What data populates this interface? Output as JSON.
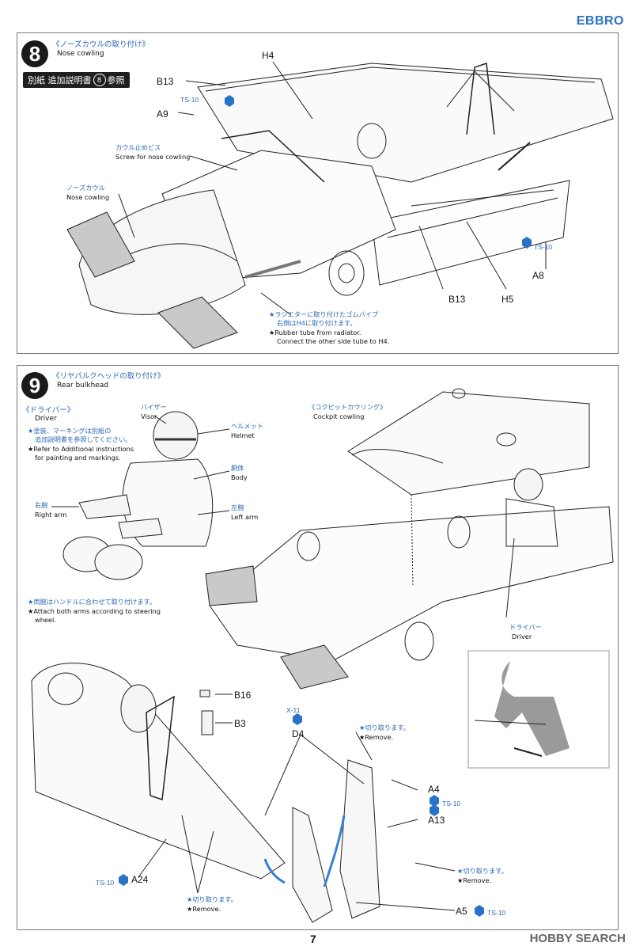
{
  "brand": "EBBRO",
  "page_number": "7",
  "watermark": "HOBBY SEARCH",
  "step8": {
    "number": "8",
    "title_jp": "《ノーズカウルの取り付け》",
    "title_en": "Nose cowling",
    "banner_prefix": "別紙 追加説明書",
    "banner_num": "8",
    "banner_suffix": "参照",
    "labels": {
      "H4": "H4",
      "B13_top": "B13",
      "A9": "A9",
      "B13_bottom": "B13",
      "H5": "H5",
      "A8": "A8"
    },
    "paint_ts10_a": "TS-10",
    "paint_ts10_b": "TS-10",
    "screw_jp": "カウル止めビス",
    "screw_en": "Screw for nose cowling",
    "nose_jp": "ノーズカウル",
    "nose_en": "Nose cowling",
    "note_jp1": "★ラジエターに取り付けたゴムパイプ",
    "note_jp2": "右側はH4に取り付けます。",
    "note_en1": "★Rubber tube from radiator.",
    "note_en2": "Connect the other side tube to H4."
  },
  "step9": {
    "number": "9",
    "title_jp": "《リヤバルクヘッドの取り付け》",
    "title_en": "Rear bulkhead",
    "driver_jp": "《ドライバー》",
    "driver_en": "Driver",
    "visor_jp": "バイザー",
    "visor_en": "Visor",
    "helmet_jp": "ヘルメット",
    "helmet_en": "Helmet",
    "paint_jp1": "★塗装、マーキングは別紙の",
    "paint_jp2": "追加説明書を参照してください。",
    "paint_en1": "★Refer to Additional instructions",
    "paint_en2": "for painting and markings.",
    "body_jp": "胴体",
    "body_en": "Body",
    "right_arm_jp": "右腕",
    "right_arm_en": "Right arm",
    "left_arm_jp": "左腕",
    "left_arm_en": "Left arm",
    "arms_jp": "★両腕はハンドルに合わせて取り付けます。",
    "arms_en1": "★Attach both arms according to steering",
    "arms_en2": "wheel.",
    "cockpit_jp": "《コクピットカウリング》",
    "cockpit_en": "Cockpit cowling",
    "driver2_jp": "ドライバー",
    "driver2_en": "Driver",
    "labels": {
      "B16": "B16",
      "B3": "B3",
      "D4": "D4",
      "A4": "A4",
      "A13": "A13",
      "A24": "A24",
      "A5": "A5"
    },
    "paint_x11": "X-11",
    "paint_ts10_a": "TS-10",
    "paint_ts10_b": "TS-10",
    "paint_ts10_c": "TS-10",
    "remove_jp_a": "★切り取ります。",
    "remove_en_a": "★Remove.",
    "remove_jp_b": "★切り取ります。",
    "remove_en_b": "★Remove.",
    "remove_jp_c": "★切り取ります。",
    "remove_en_c": "★Remove."
  }
}
